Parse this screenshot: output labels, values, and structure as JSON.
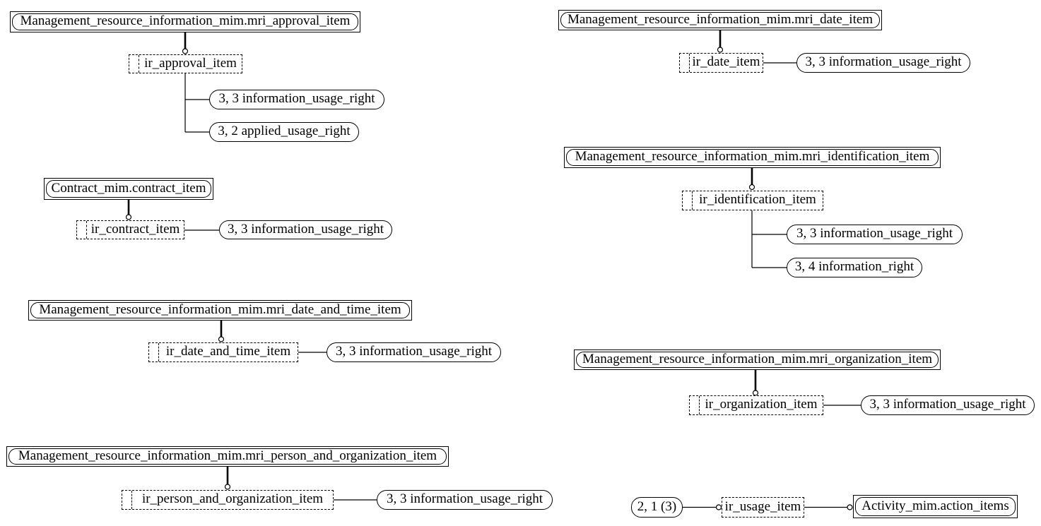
{
  "colors": {
    "line": "#000000",
    "fill": "#ffffff"
  },
  "groups": {
    "approval": {
      "parent": "Management_resource_information_mim.mri_approval_item",
      "select": "ir_approval_item",
      "refs": [
        "3, 3 information_usage_right",
        "3, 2 applied_usage_right"
      ]
    },
    "date": {
      "parent": "Management_resource_information_mim.mri_date_item",
      "select": "ir_date_item",
      "refs": [
        "3, 3 information_usage_right"
      ]
    },
    "contract": {
      "parent": "Contract_mim.contract_item",
      "select": "ir_contract_item",
      "refs": [
        "3, 3 information_usage_right"
      ]
    },
    "identification": {
      "parent": "Management_resource_information_mim.mri_identification_item",
      "select": "ir_identification_item",
      "refs": [
        "3, 3 information_usage_right",
        "3, 4 information_right"
      ]
    },
    "date_and_time": {
      "parent": "Management_resource_information_mim.mri_date_and_time_item",
      "select": "ir_date_and_time_item",
      "refs": [
        "3, 3 information_usage_right"
      ]
    },
    "organization": {
      "parent": "Management_resource_information_mim.mri_organization_item",
      "select": "ir_organization_item",
      "refs": [
        "3, 3 information_usage_right"
      ]
    },
    "person_and_organization": {
      "parent": "Management_resource_information_mim.mri_person_and_organization_item",
      "select": "ir_person_and_organization_item",
      "refs": [
        "3, 3 information_usage_right"
      ]
    },
    "usage": {
      "page_ref": "2, 1 (3)",
      "select": "ir_usage_item",
      "target": "Activity_mim.action_items"
    }
  }
}
